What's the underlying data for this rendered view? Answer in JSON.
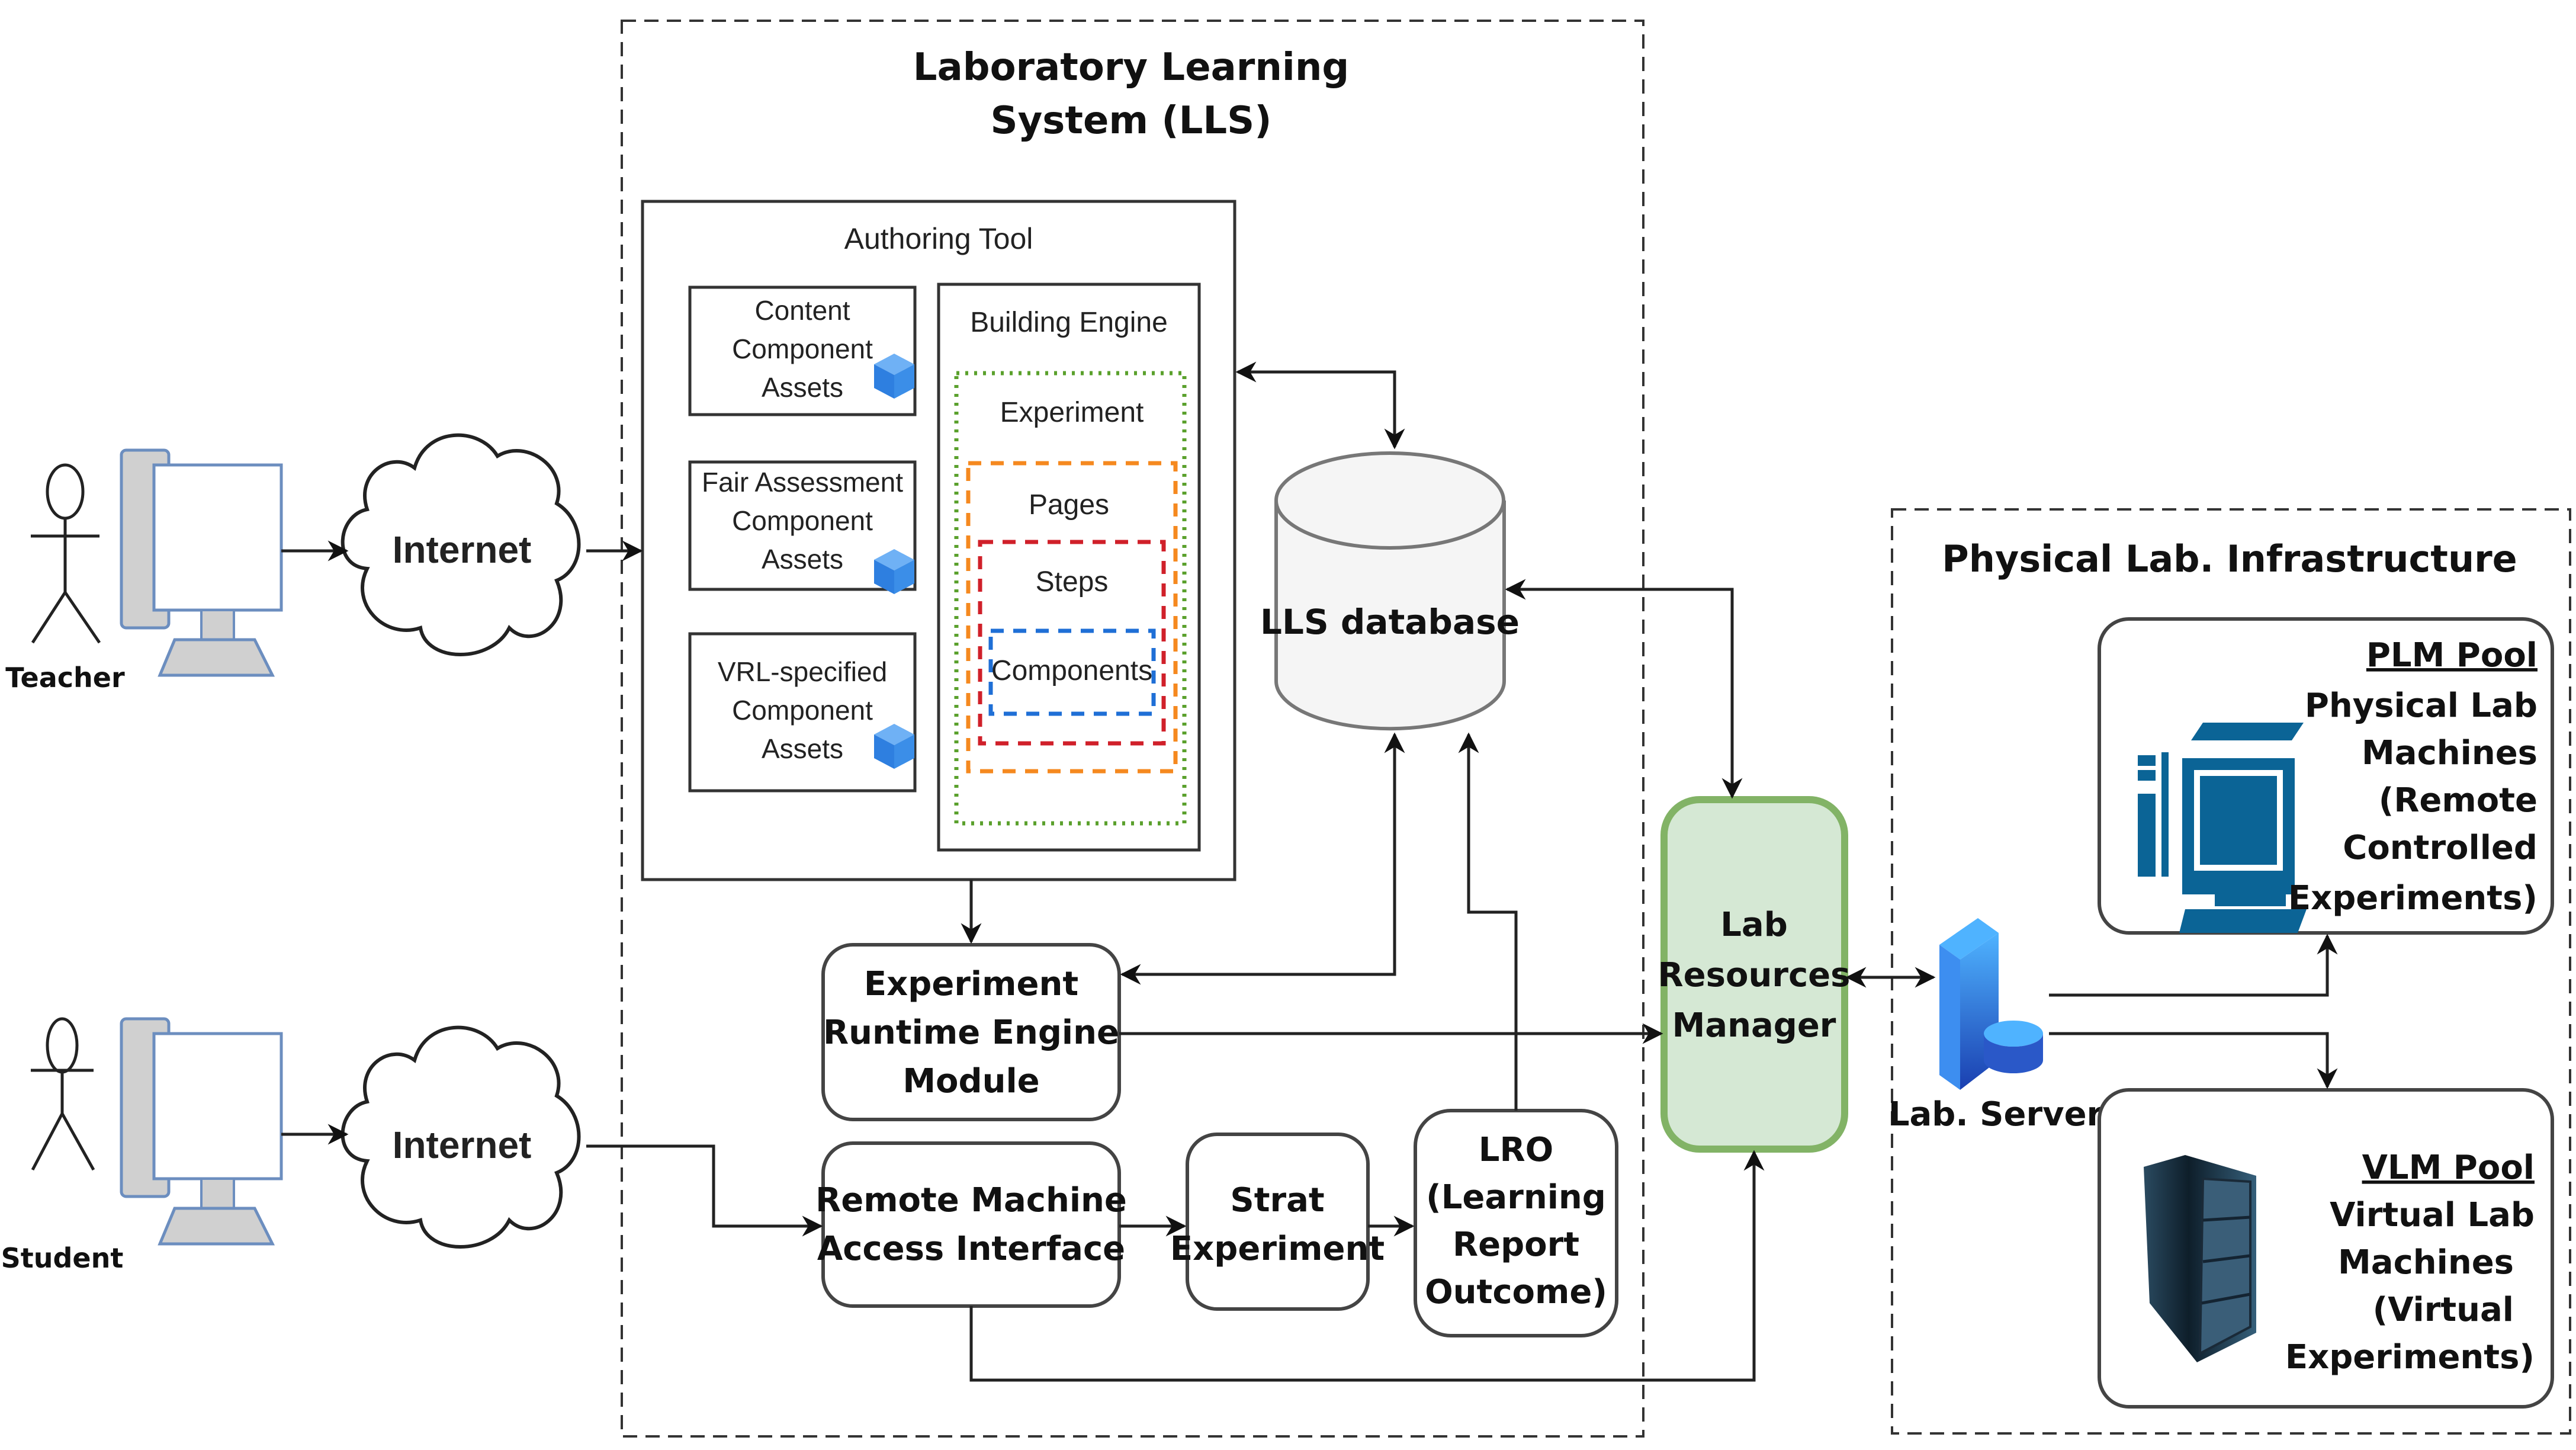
{
  "lls": {
    "title_line1": "Laboratory Learning",
    "title_line2": "System (LLS)"
  },
  "authoring_tool": {
    "title": "Authoring Tool",
    "assets": [
      {
        "lines": [
          "Content",
          "Component",
          "Assets"
        ],
        "icon": "cube-icon"
      },
      {
        "lines": [
          "Fair Assessment",
          "Component",
          "Assets"
        ],
        "icon": "cube-icon"
      },
      {
        "lines": [
          "VRL-specified",
          "Component",
          "Assets"
        ],
        "icon": "cube-icon"
      }
    ],
    "building_engine": {
      "title": "Building Engine",
      "layers": [
        {
          "label": "Experiment",
          "color": "#5aa02c"
        },
        {
          "label": "Pages",
          "color": "#f5891f"
        },
        {
          "label": "Steps",
          "color": "#d0202a"
        },
        {
          "label": "Components",
          "color": "#1f6fd6"
        }
      ]
    }
  },
  "database": {
    "label": "LLS database"
  },
  "modules": {
    "runtime": [
      "Experiment",
      "Runtime Engine",
      "Module"
    ],
    "remote_access": [
      "Remote Machine",
      "Access Interface"
    ],
    "strat": [
      "Strat",
      "Experiment"
    ],
    "lro": [
      "LRO",
      "(Learning",
      "Report",
      "Outcome)"
    ],
    "lab_manager": [
      "Lab",
      "Resources",
      "Manager"
    ]
  },
  "actors": {
    "teacher": "Teacher",
    "student": "Student",
    "internet": "Internet"
  },
  "physical_lab": {
    "title": "Physical Lab. Infrastructure",
    "server_label": "Lab. Server",
    "plm": {
      "title": "PLM Pool",
      "lines": [
        "Physical Lab",
        "Machines",
        "(Remote",
        "Controlled",
        "Experiments)"
      ]
    },
    "vlm": {
      "title": "VLM Pool",
      "lines": [
        "Virtual Lab",
        "Machines",
        "(Virtual",
        "Experiments)"
      ]
    }
  },
  "colors": {
    "manager_fill": "#d5e8d4",
    "manager_stroke": "#82b366",
    "cube_blue": "#3b8ee8",
    "computer_outline": "#6c8ebf",
    "plm_blue": "#0b6496",
    "db_fill": "#f5f5f5"
  }
}
